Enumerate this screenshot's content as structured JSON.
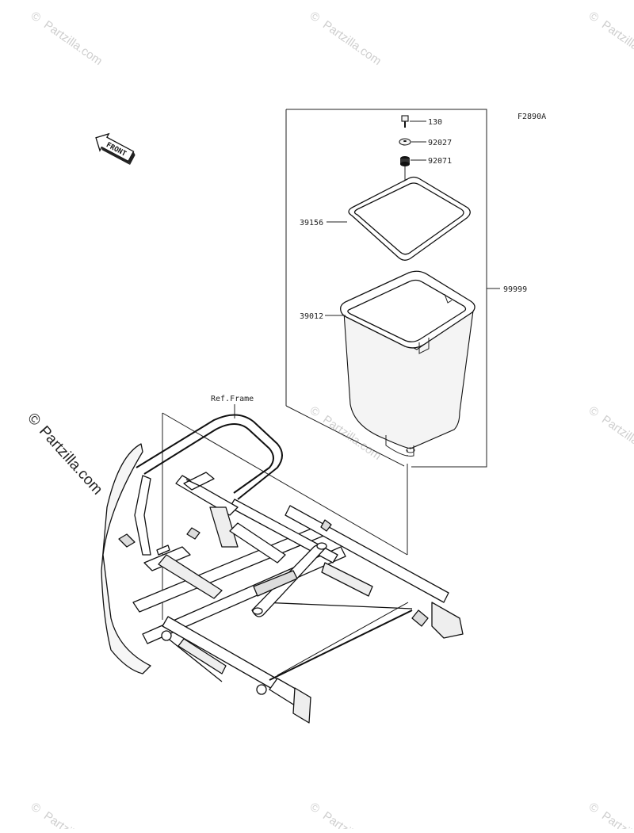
{
  "diagram": {
    "figure_code": "F2890A",
    "front_label": "FRONT",
    "ref_label": "Ref.Frame",
    "parts": [
      {
        "number": "130"
      },
      {
        "number": "92027"
      },
      {
        "number": "92071"
      },
      {
        "number": "39156"
      },
      {
        "number": "39012"
      },
      {
        "number": "99999"
      }
    ]
  },
  "watermark": {
    "text": "Partzilla.com",
    "symbol": "©"
  },
  "colors": {
    "line": "#222222",
    "watermark": "#cfcfcf"
  }
}
